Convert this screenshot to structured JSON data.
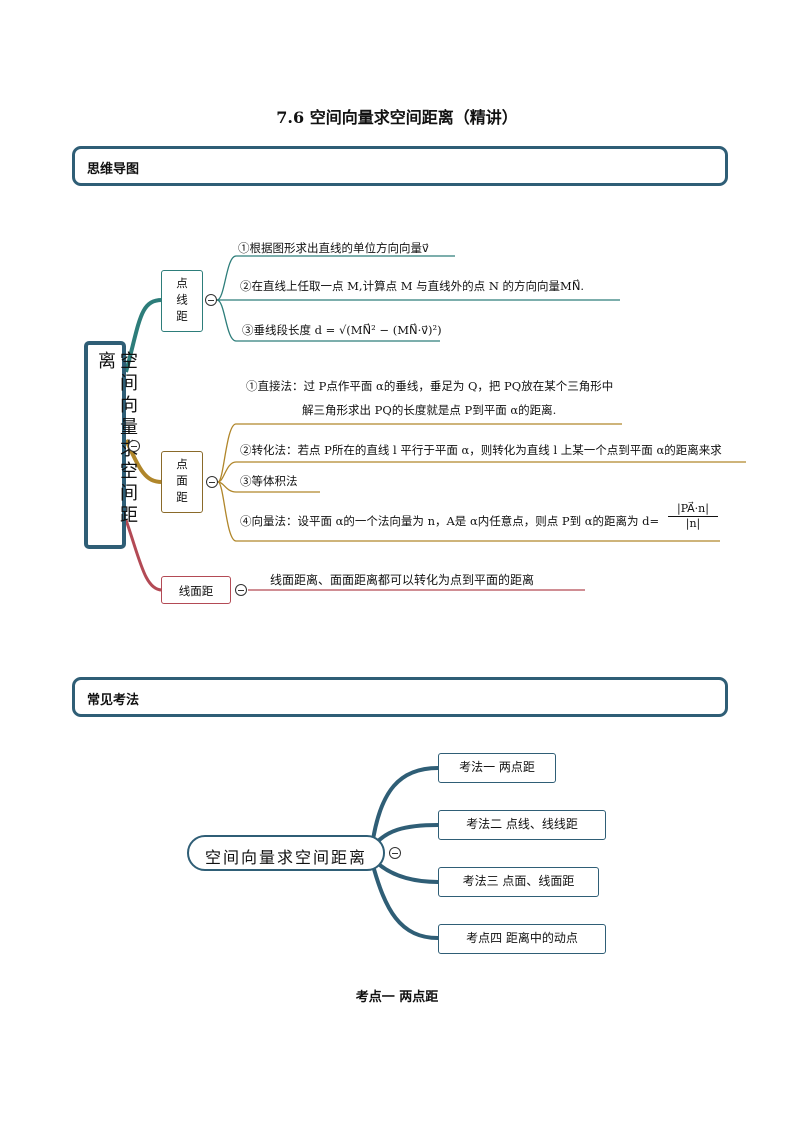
{
  "title": "7.6 空间向量求空间距离（精讲）",
  "sections": {
    "mindmap": "思维导图",
    "common": "常见考法"
  },
  "mindmap": {
    "root": "空间向量求空间距离",
    "point_line": {
      "label": "点线距",
      "items": [
        "①根据图形求出直线的单位方向向量v⃗",
        "②在直线上任取一点 M,计算点 M 与直线外的点 N 的方向向量MN⃗.",
        "③垂线段长度 d = √(MN⃗² − (MN⃗·v⃗)²)"
      ]
    },
    "point_plane": {
      "label": "点面距",
      "items": [
        "①直接法：过 P点作平面 α的垂线，垂足为 Q，把 PQ放在某个三角形中",
        "解三角形求出 PQ的长度就是点 P到平面 α的距离.",
        "②转化法：若点 P所在的直线 l 平行于平面 α，则转化为直线 l 上某一个点到平面 α的距离来求",
        "③等体积法",
        "④向量法：设平面 α的一个法向量为 n，A是 α内任意点，则点 P到 α的距离为 d=",
        "|PA⃗·n|",
        "|n|"
      ]
    },
    "line_plane": {
      "label": "线面距",
      "text": "线面距离、面面距离都可以转化为点到平面的距离"
    }
  },
  "common": {
    "root": "空间向量求空间距离",
    "items": [
      "考法一  两点距",
      "考法二  点线、线线距",
      "考法三  点面、线面距",
      "考点四    距离中的动点"
    ]
  },
  "footer_heading": "考点一    两点距",
  "colors": {
    "section_border": "#2f5e76",
    "branch_teal": "#2d7d7a",
    "branch_gold": "#b0862a",
    "branch_red": "#b34a55"
  }
}
